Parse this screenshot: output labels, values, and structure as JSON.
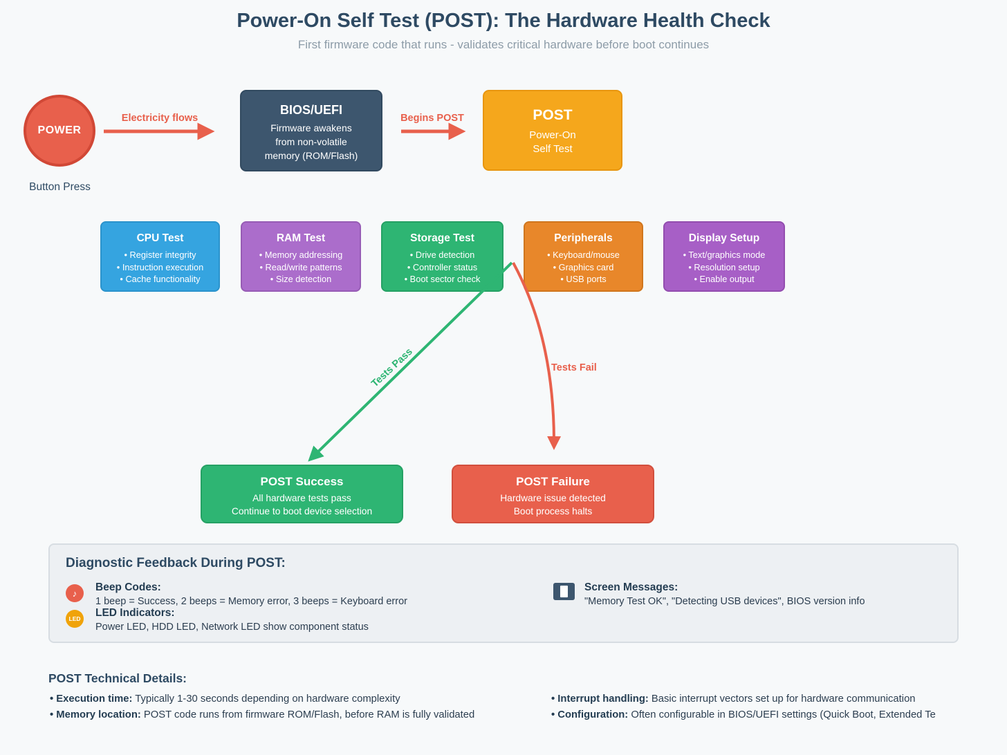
{
  "page": {
    "title": "Power-On Self Test (POST): The Hardware Health Check",
    "subtitle": "First firmware code that runs - validates critical hardware before boot continues"
  },
  "flow": {
    "power_label": "POWER",
    "power_caption": "Button Press",
    "arrow1_label": "Electricity flows",
    "bios": {
      "title": "BIOS/UEFI",
      "lines": [
        "Firmware awakens",
        "from non-volatile",
        "memory (ROM/Flash)"
      ]
    },
    "arrow2_label": "Begins POST",
    "post": {
      "title": "POST",
      "lines": [
        "Power-On",
        "Self Test"
      ]
    }
  },
  "tests": [
    {
      "title": "CPU Test",
      "items": [
        "• Register integrity",
        "• Instruction execution",
        "• Cache functionality"
      ],
      "fill": "#35a4e0",
      "border": "#2b93cc"
    },
    {
      "title": "RAM Test",
      "items": [
        "• Memory addressing",
        "• Read/write patterns",
        "• Size detection"
      ],
      "fill": "#ab6dcb",
      "border": "#975cb5"
    },
    {
      "title": "Storage Test",
      "items": [
        "• Drive detection",
        "• Controller status",
        "• Boot sector check"
      ],
      "fill": "#2eb573",
      "border": "#25a164"
    },
    {
      "title": "Peripherals",
      "items": [
        "• Keyboard/mouse",
        "• Graphics card",
        "• USB ports"
      ],
      "fill": "#e8872a",
      "border": "#d0761d"
    },
    {
      "title": "Display Setup",
      "items": [
        "• Text/graphics mode",
        "• Resolution setup",
        "• Enable output"
      ],
      "fill": "#a75fc6",
      "border": "#934daf"
    }
  ],
  "branches": {
    "pass_label": "Tests Pass",
    "fail_label": "Tests Fail",
    "success": {
      "title": "POST Success",
      "lines": [
        "All hardware tests pass",
        "Continue to boot device selection"
      ],
      "fill": "#2eb573",
      "border": "#25a164"
    },
    "failure": {
      "title": "POST Failure",
      "lines": [
        "Hardware issue detected",
        "Boot process halts"
      ],
      "fill": "#e8604c",
      "border": "#d14f3d"
    }
  },
  "diagnostics": {
    "heading": "Diagnostic Feedback During POST:",
    "beep": {
      "icon_glyph": "♪",
      "title": "Beep Codes:",
      "body": "1 beep = Success, 2 beeps = Memory error, 3 beeps = Keyboard error"
    },
    "led": {
      "icon_label": "LED",
      "title": "LED Indicators:",
      "body": "Power LED, HDD LED, Network LED show component status"
    },
    "screen": {
      "title": "Screen Messages:",
      "body": "\"Memory Test OK\", \"Detecting USB devices\", BIOS version info"
    }
  },
  "details": {
    "heading": "POST Technical Details:",
    "left": [
      {
        "label": "• Execution time:",
        "text": " Typically 1-30 seconds depending on hardware complexity"
      },
      {
        "label": "• Memory location:",
        "text": " POST code runs from firmware ROM/Flash, before RAM is fully validated"
      }
    ],
    "right": [
      {
        "label": "• Interrupt handling:",
        "text": " Basic interrupt vectors set up for hardware communication"
      },
      {
        "label": "• Configuration:",
        "text": " Often configurable in BIOS/UEFI settings (Quick Boot, Extended Te"
      }
    ]
  },
  "colors": {
    "background": "#f7f9fa",
    "accent_red": "#e8604c",
    "accent_green": "#2eb573",
    "power_fill": "#e8604c",
    "power_border": "#d14836",
    "bios_fill": "#3d566e",
    "bios_border": "#324a60",
    "post_fill": "#f5a71c",
    "post_border": "#e8960f",
    "panel_bg": "#edf0f3",
    "dark_navy": "#3d566e"
  }
}
